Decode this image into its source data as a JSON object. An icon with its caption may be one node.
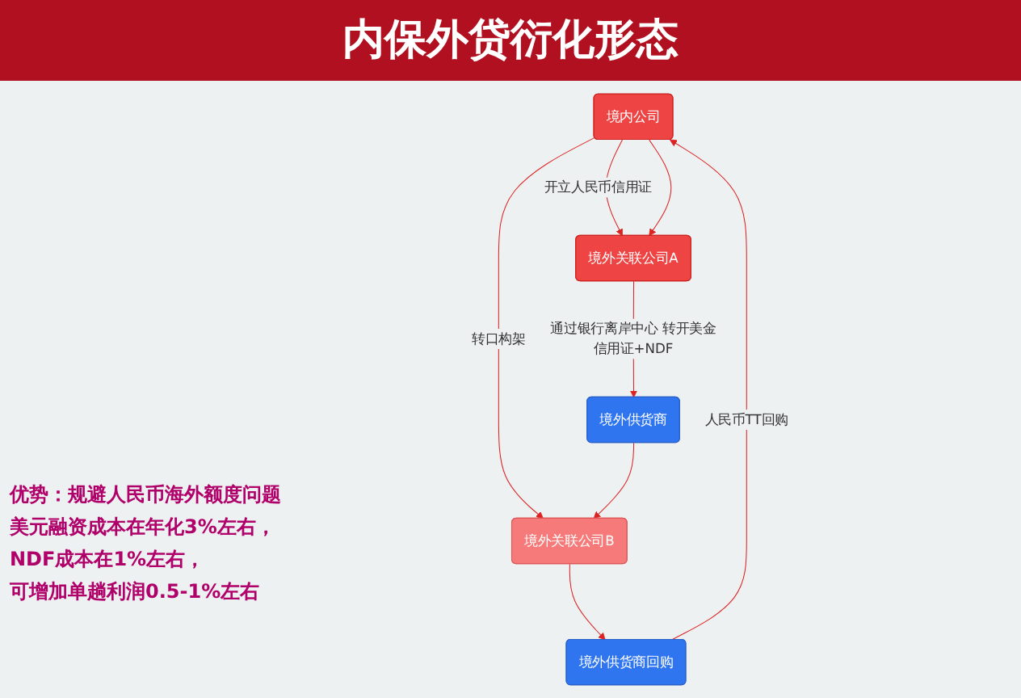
{
  "diagram": {
    "title": "内保外贷衍化形态",
    "nodes": [
      {
        "text": [
          "境内公司"
        ]
      },
      {
        "text": [
          "境外供货商回购"
        ]
      },
      {
        "text": [
          "境外关联公司A"
        ]
      },
      {
        "text": [
          "境外关联公司B"
        ]
      },
      {
        "text": [
          "境外供货商"
        ]
      }
    ],
    "edges": [
      {
        "from": 0,
        "to": 2,
        "arrow": "to",
        "label": "开立人民币信用证"
      },
      {
        "from": 0,
        "to": 2,
        "arrow": "to"
      },
      {
        "from": 0,
        "to": 3,
        "arrow": "to",
        "label": "转口构架"
      },
      {
        "from": 2,
        "to": 4,
        "arrow": "to",
        "label": "通过银行离岸中心 转开美金信用证+NDF"
      },
      {
        "from": 4,
        "to": 3,
        "arrow": "to"
      },
      {
        "from": 3,
        "to": 1,
        "arrow": "to"
      },
      {
        "from": 1,
        "to": 0,
        "arrow": "to",
        "label": "人民币TT回购"
      }
    ],
    "labels": [
      "优势：规避人民币海外额度问题",
      "美元融资成本在年化3%左右，",
      "NDF成本在1%左右，",
      "可增加单趟利润0.5-1%左右"
    ]
  }
}
